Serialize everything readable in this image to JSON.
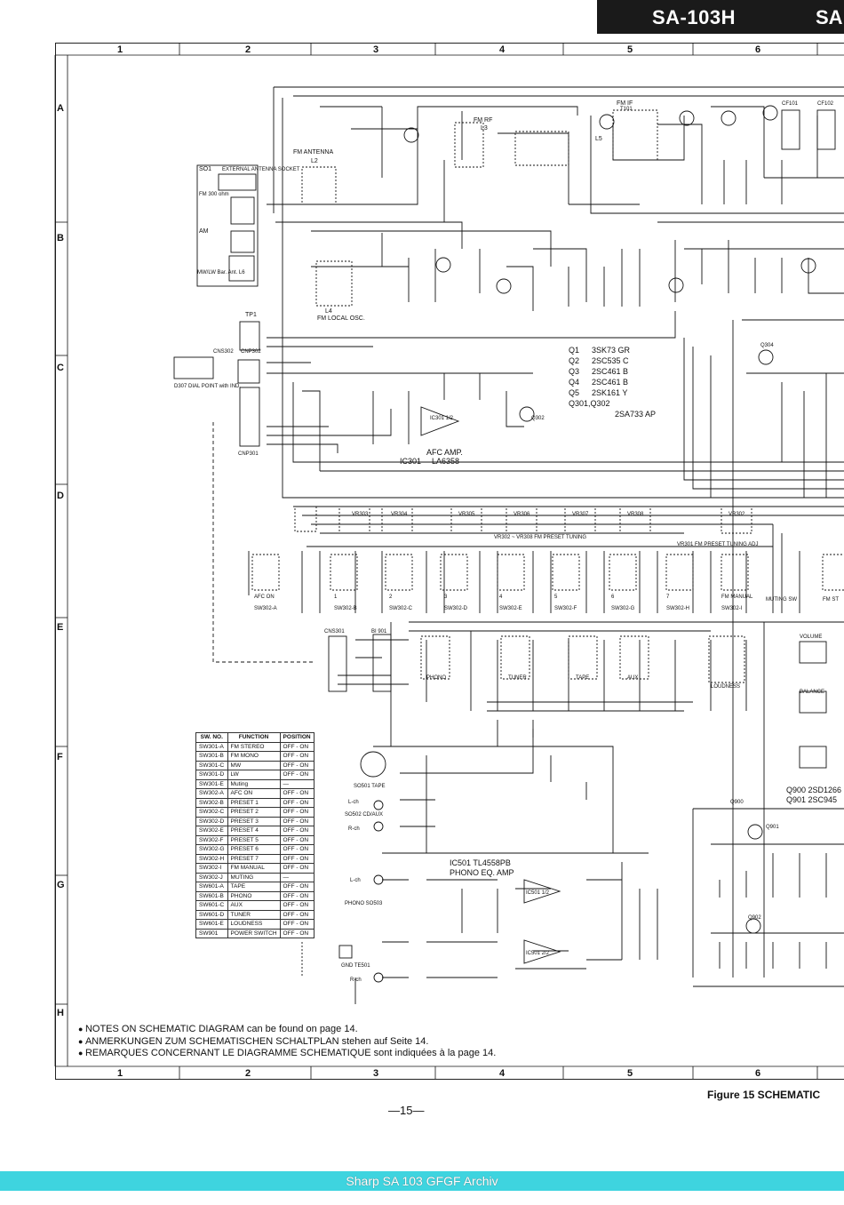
{
  "header": {
    "model": "SA-103H",
    "model_cut": "SA"
  },
  "grid": {
    "columns": [
      "1",
      "2",
      "3",
      "4",
      "5",
      "6"
    ],
    "rows": [
      "A",
      "B",
      "C",
      "D",
      "E",
      "F",
      "G",
      "H"
    ]
  },
  "blocks": {
    "antenna_socket": "EXTERNAL ANTENNA SOCKET",
    "so1": "SO1",
    "fm_antenna": "FM ANTENNA",
    "l2": "L2",
    "fm_300": "FM 300 ohm",
    "am": "AM",
    "mw_lw": "MW/LW Bar. Ant. L6",
    "fm_rf": "FM RF",
    "l3": "L3",
    "fm_if": "FM IF",
    "t101": "T101",
    "cf101": "CF101",
    "cf102": "CF102",
    "fm_local_osc": "FM LOCAL OSC.",
    "l4": "L4",
    "l5": "L5",
    "tp1": "TP1",
    "cns302": "CNS302",
    "cnp302": "CNP302",
    "cnp301": "CNP301",
    "d307": "D307 DIAL POINT with IND.",
    "afc_amp": "AFC AMP.",
    "ic301": "IC301",
    "la6358": "LA6358",
    "ic301_half": "IC301 1/2",
    "q301": "Q301",
    "q302": "Q302",
    "q304": "Q304",
    "vr_range": "VR302 ~ VR308 FM PRESET TUNING",
    "vr301": "VR301 FM PRESET TUNING ADJ",
    "afc_on": "AFC ON",
    "fm_manual": "FM MANUAL",
    "muting_sw": "MUTING SW",
    "fm_st": "FM ST",
    "cns301": "CNS301",
    "bi901": "BI 901",
    "phono_sw": "PHONO",
    "tuner_sw": "TUNER",
    "tape_sw": "TAPE",
    "aux_sw": "AUX",
    "loudness_sw": "LOUDNESS",
    "volume": "VOLUME",
    "balance": "BALANCE",
    "tape_jack": "SO501 TAPE",
    "cd_aux_jack": "SO502 CD/AUX",
    "phono_jack": "PHONO SO503",
    "gnd": "GND TE501",
    "ic501": "IC501 TL4558PB",
    "phono_eq": "PHONO EQ. AMP",
    "ic501_a": "IC501 1/2",
    "ic501_b": "IC501 2/2",
    "l_ch": "L-ch",
    "r_ch": "R-ch",
    "q900": "Q900",
    "q901": "Q901",
    "q902": "Q902",
    "q900_type": "Q900  2SD1266",
    "q901_type": "Q901  2SC945"
  },
  "transistors": [
    {
      "ref": "Q1",
      "type": "3SK73",
      "grade": "GR"
    },
    {
      "ref": "Q2",
      "type": "2SC535",
      "grade": "C"
    },
    {
      "ref": "Q3",
      "type": "2SC461",
      "grade": "B"
    },
    {
      "ref": "Q4",
      "type": "2SC461",
      "grade": "B"
    },
    {
      "ref": "Q5",
      "type": "2SK161",
      "grade": "Y"
    },
    {
      "ref": "Q301,Q302",
      "type": "",
      "grade": ""
    },
    {
      "ref": "",
      "type": "2SA733",
      "grade": "AP"
    }
  ],
  "switch_rows": [
    [
      "AFC ON",
      "SW302-A"
    ],
    [
      "1",
      "SW302-B"
    ],
    [
      "2",
      "SW302-C"
    ],
    [
      "3",
      "SW302-D"
    ],
    [
      "4",
      "SW302-E"
    ],
    [
      "5",
      "SW302-F"
    ],
    [
      "6",
      "SW302-G"
    ],
    [
      "7",
      "SW302-H"
    ],
    [
      "FM MANUAL",
      "SW302-I"
    ]
  ],
  "presets": [
    "VR303",
    "VR304",
    "VR305",
    "VR306",
    "VR307",
    "VR308",
    "VR302"
  ],
  "function_table": {
    "headers": [
      "SW. NO.",
      "FUNCTION",
      "POSITION"
    ],
    "rows": [
      [
        "SW301-A",
        "FM STEREO",
        "OFF - ON"
      ],
      [
        "SW301-B",
        "FM MONO",
        "OFF - ON"
      ],
      [
        "SW301-C",
        "MW",
        "OFF - ON"
      ],
      [
        "SW301-D",
        "LW",
        "OFF - ON"
      ],
      [
        "SW301-E",
        "Muting",
        "—"
      ],
      [
        "SW302-A",
        "AFC ON",
        "OFF - ON"
      ],
      [
        "SW302-B",
        "PRESET 1",
        "OFF - ON"
      ],
      [
        "SW302-C",
        "PRESET 2",
        "OFF - ON"
      ],
      [
        "SW302-D",
        "PRESET 3",
        "OFF - ON"
      ],
      [
        "SW302-E",
        "PRESET 4",
        "OFF - ON"
      ],
      [
        "SW302-F",
        "PRESET 5",
        "OFF - ON"
      ],
      [
        "SW302-G",
        "PRESET 6",
        "OFF - ON"
      ],
      [
        "SW302-H",
        "PRESET 7",
        "OFF - ON"
      ],
      [
        "SW302-I",
        "FM MANUAL",
        "OFF - ON"
      ],
      [
        "SW302-J",
        "MUTING",
        "—"
      ],
      [
        "SW601-A",
        "TAPE",
        "OFF - ON"
      ],
      [
        "SW601-B",
        "PHONO",
        "OFF - ON"
      ],
      [
        "SW601-C",
        "AUX",
        "OFF - ON"
      ],
      [
        "SW601-D",
        "TUNER",
        "OFF - ON"
      ],
      [
        "SW601-E",
        "LOUDNESS",
        "OFF - ON"
      ],
      [
        "SW901",
        "POWER SWITCH",
        "OFF - ON"
      ]
    ]
  },
  "notes": [
    "NOTES ON SCHEMATIC DIAGRAM can be found on page 14.",
    "ANMERKUNGEN ZUM SCHEMATISCHEN SCHALTPLAN stehen auf Seite 14.",
    "REMARQUES CONCERNANT LE DIAGRAMME SCHEMATIQUE sont indiquées à la page 14."
  ],
  "figure_title": "Figure 15 SCHEMATIC",
  "page_number": "—15—",
  "footer": "Sharp SA 103 GFGF Archiv"
}
